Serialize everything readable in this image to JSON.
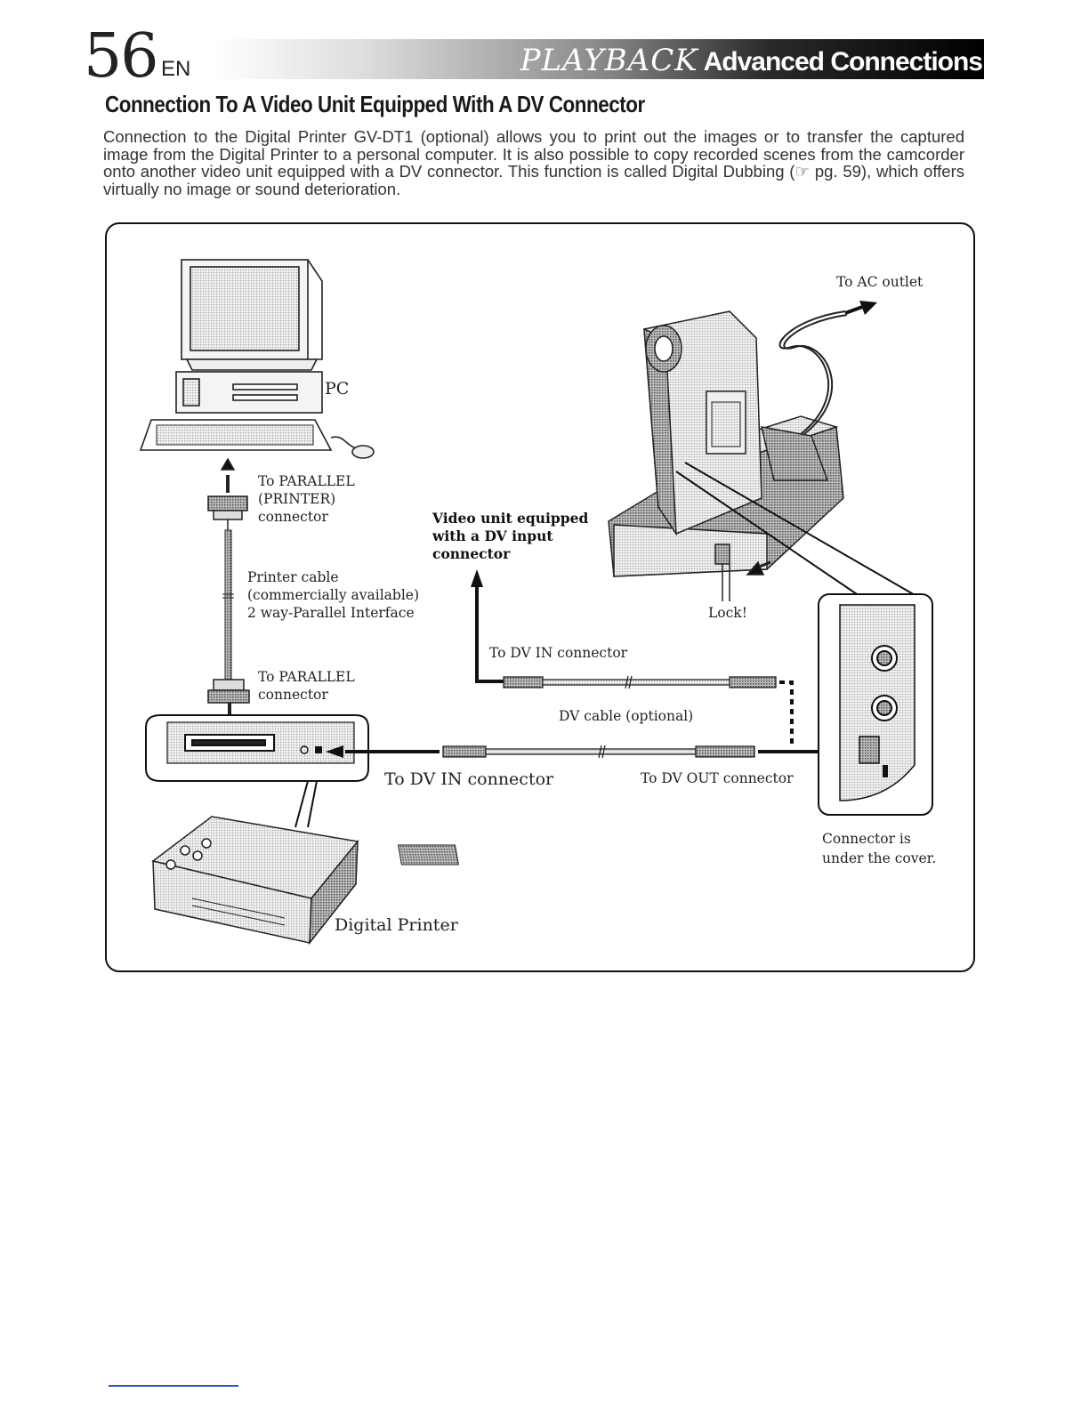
{
  "page": {
    "number": "56",
    "suffix": "EN"
  },
  "header": {
    "section": "PLAYBACK",
    "subsection": "Advanced Connections"
  },
  "title": "Connection To A Video Unit Equipped With A DV Connector",
  "intro": "Connection to the Digital Printer GV-DT1 (optional) allows you to print out the images or to transfer the captured image from the Digital Printer to a personal computer. It is also possible to copy recorded scenes from the camcorder onto another video unit equipped with a DV connector. This function is called Digital Dubbing (☞ pg. 59), which offers virtually no image or sound deterioration.",
  "diagram": {
    "pc": "PC",
    "to_parallel_printer": [
      "To PARALLEL",
      "(PRINTER)",
      "connector"
    ],
    "printer_cable": [
      "Printer cable",
      "(commercially available)",
      "2 way-Parallel Interface"
    ],
    "to_parallel": [
      "To PARALLEL",
      "connector"
    ],
    "digital_printer": "Digital Printer",
    "video_unit": [
      "Video unit equipped",
      "with a DV input",
      "connector"
    ],
    "to_dv_in_upper": "To DV IN connector",
    "dv_cable": "DV cable (optional)",
    "to_dv_in_lower": "To DV IN connector",
    "to_dv_out": "To DV OUT connector",
    "to_ac_outlet": "To AC outlet",
    "lock": "Lock!",
    "connector_note": [
      "Connector is",
      "under the cover."
    ]
  },
  "colors": {
    "ink": "#1a1a1a",
    "header_dark": "#000000",
    "fill_gray": "#c8c8c8"
  }
}
